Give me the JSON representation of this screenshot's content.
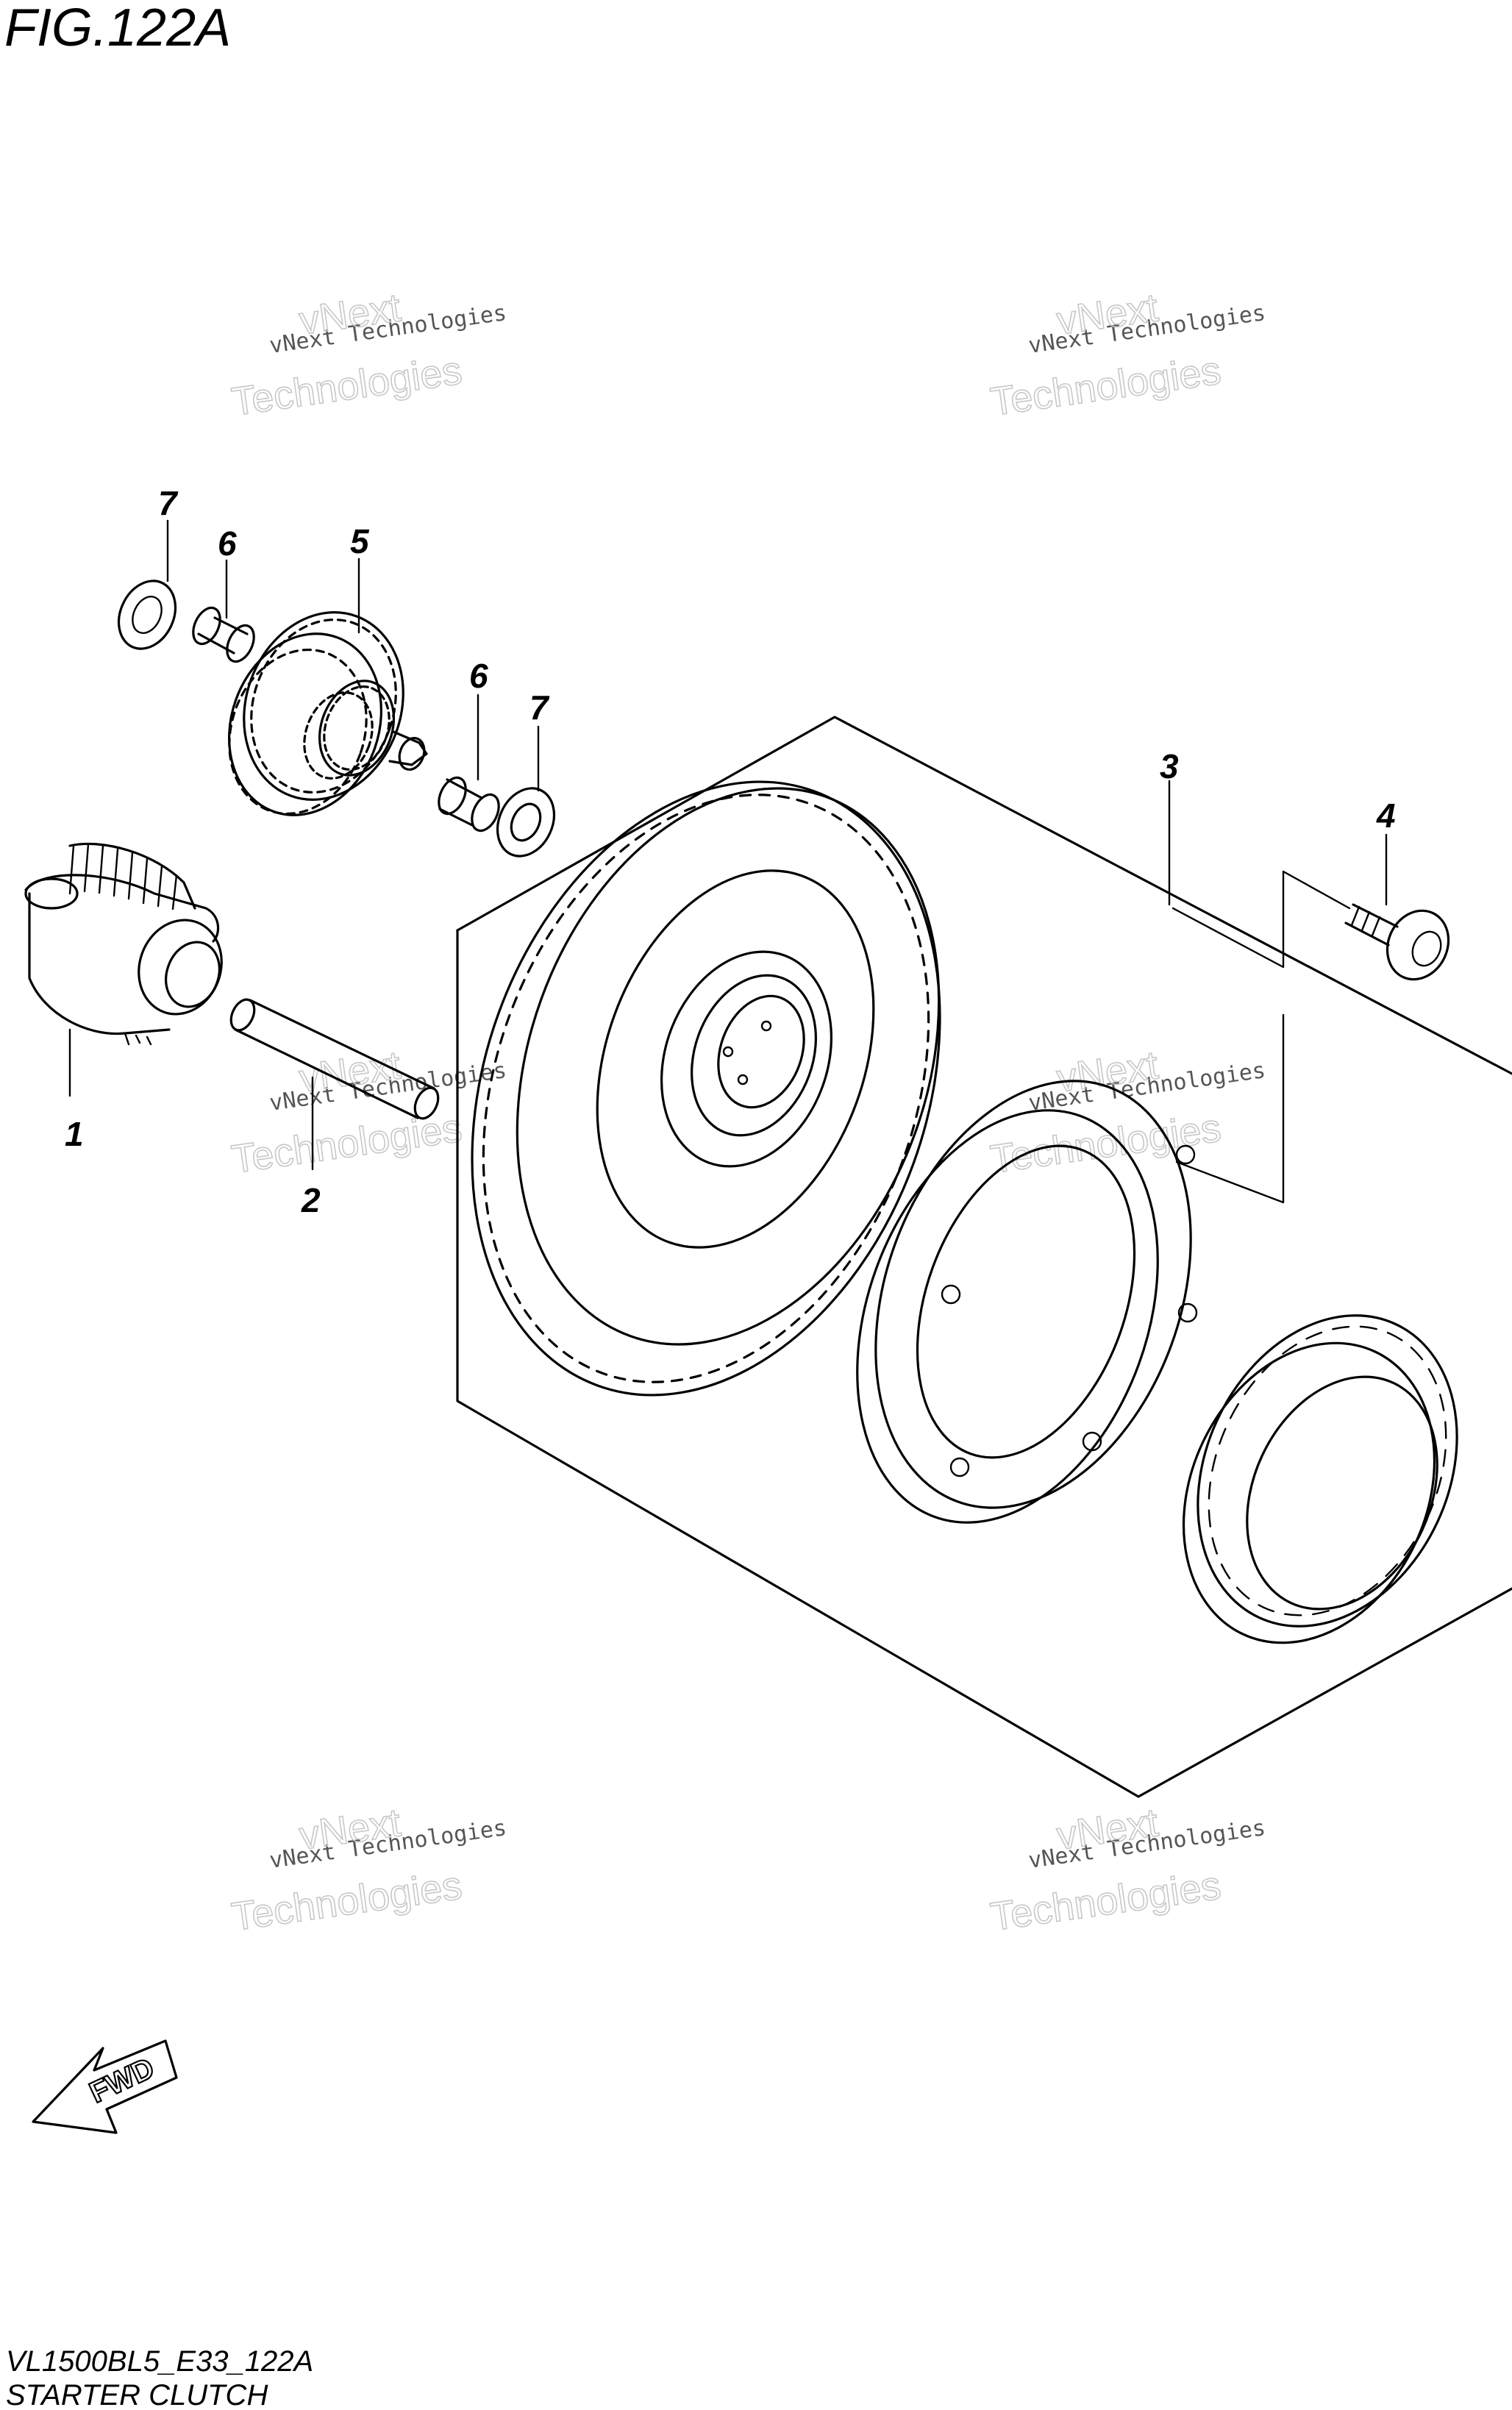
{
  "figure": {
    "title": "FIG.122A",
    "code": "VL1500BL5_E33_122A",
    "caption": "STARTER CLUTCH"
  },
  "callouts": [
    {
      "id": "1",
      "label": "1",
      "part": "idler gear boss"
    },
    {
      "id": "2",
      "label": "2",
      "part": "idler shaft"
    },
    {
      "id": "3",
      "label": "3",
      "part": "starter clutch assembly"
    },
    {
      "id": "4",
      "label": "4",
      "part": "bolt"
    },
    {
      "id": "5",
      "label": "5",
      "part": "starter idle gear"
    },
    {
      "id": "6a",
      "label": "6",
      "part": "bushing"
    },
    {
      "id": "6b",
      "label": "6",
      "part": "bushing"
    },
    {
      "id": "7a",
      "label": "7",
      "part": "washer"
    },
    {
      "id": "7b",
      "label": "7",
      "part": "washer"
    }
  ],
  "direction_arrow": {
    "label": "FWD"
  },
  "watermark": {
    "line1": "vNext Technologies",
    "line2": "vNext",
    "line3": "Technologies"
  }
}
